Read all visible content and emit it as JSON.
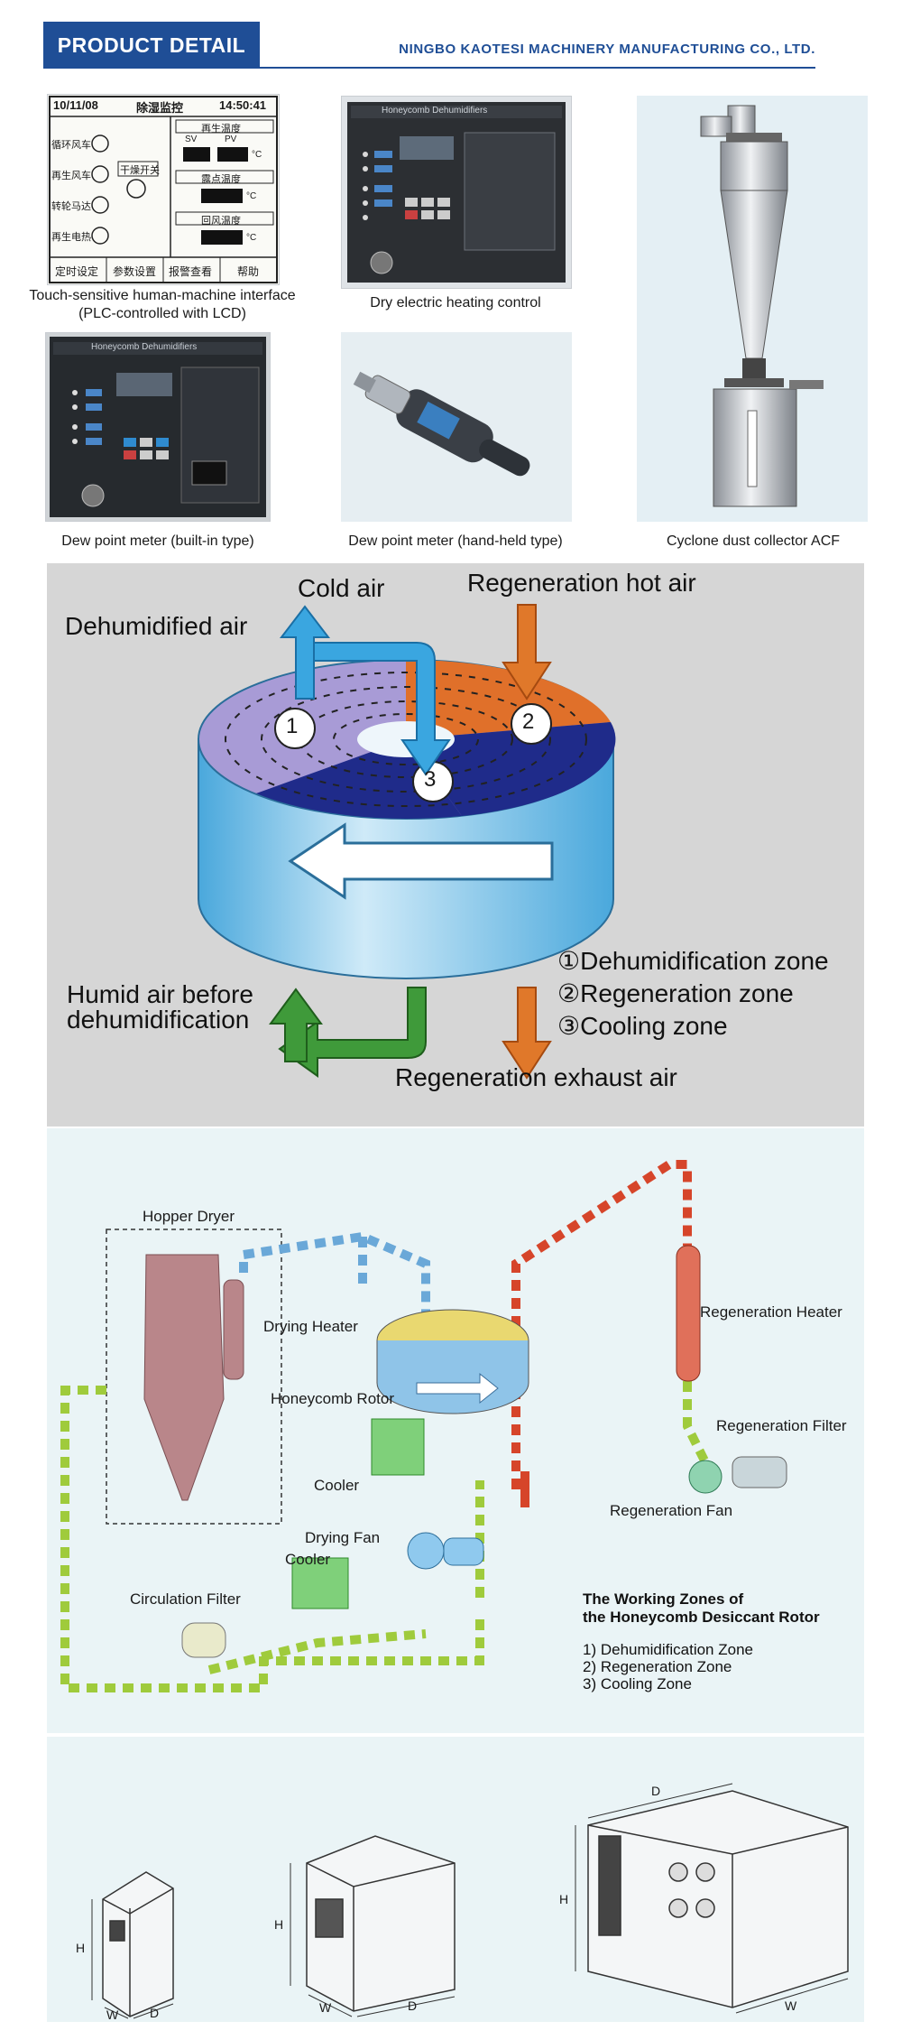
{
  "header": {
    "tag": "PRODUCT DETAIL",
    "company": "NINGBO KAOTESI MACHINERY MANUFACTURING CO., LTD."
  },
  "products": [
    {
      "caption_line1": "Touch-sensitive human-machine interface",
      "caption_line2": "(PLC-controlled with LCD)"
    },
    {
      "caption_line1": "Dry electric heating control"
    },
    {
      "caption_line1": "Dew point meter (built-in type)"
    },
    {
      "caption_line1": "Dew point meter (hand-held type)"
    },
    {
      "caption_line1": "Cyclone dust collector ACF"
    }
  ],
  "hmi_screen": {
    "date": "10/11/08",
    "title": "除湿监控",
    "time": "14:50:41",
    "rows": [
      "循环风车",
      "再生风车",
      "转轮马达",
      "再生电热"
    ],
    "switch": "干燥开关",
    "box1": "再生温度",
    "sv": "SV",
    "pv": "PV",
    "box2": "露点温度",
    "box3": "回风温度",
    "unit": "°C",
    "buttons": [
      "定时设定",
      "参数设置",
      "报警查看",
      "帮助"
    ]
  },
  "control_panel_title": "Honeycomb Dehumidifiers",
  "rotor_diagram": {
    "cold_air": "Cold air",
    "regen_hot_air": "Regeneration hot air",
    "dehumidified_air": "Dehumidified air",
    "humid_air": "Humid air before\ndehumidification",
    "regen_exhaust": "Regeneration exhaust air",
    "zone1": "①Dehumidification zone",
    "zone2": "②Regeneration zone",
    "zone3": "③Cooling zone",
    "n1": "1",
    "n2": "2",
    "n3": "3",
    "colors": {
      "zone1": "#a89bd6",
      "zone2": "#e0702a",
      "zone3": "#1f2b8a",
      "drum": "#6fc0e8",
      "cold": "#3aa6e0",
      "hot": "#e0782a",
      "humid": "#3f9a3a"
    }
  },
  "system": {
    "hopper_dryer": "Hopper Dryer",
    "drying_heater": "Drying Heater",
    "honeycomb_rotor": "Honeycomb Rotor",
    "cooler_top": "Cooler",
    "drying_fan": "Drying Fan",
    "cooler": "Cooler",
    "circulation_filter": "Circulation Filter",
    "regen_heater": "Regeneration Heater",
    "regen_filter": "Regeneration Filter",
    "regen_fan": "Regeneration Fan",
    "zones_title": "The Working Zones of\nthe Honeycomb Desiccant Rotor",
    "zones_list": "1) Dehumidification Zone\n2) Regeneration Zone\n3) Cooling Zone"
  },
  "dimensions": {
    "h": "H",
    "w": "W",
    "d": "D"
  }
}
